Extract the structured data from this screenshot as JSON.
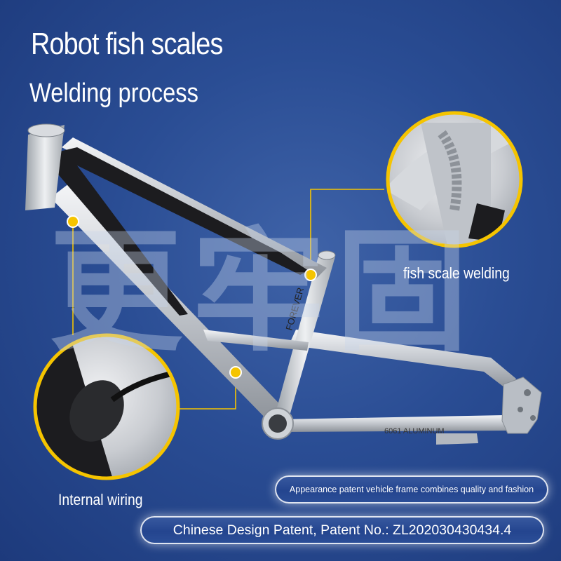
{
  "headline": "Robot fish scales",
  "subhead": "Welding process",
  "watermark": "更牢固",
  "frame_brand": "FOREVER",
  "frame_material": "6061 ALUMINUM",
  "callouts": {
    "fish_scale_label": "fish scale welding",
    "internal_wiring_label": "Internal wiring"
  },
  "banners": {
    "patent_tagline": "Appearance patent vehicle frame combines quality and fashion",
    "patent_number": "Chinese Design Patent, Patent No.: ZL202030430434.4"
  },
  "colors": {
    "background": "#2a4d94",
    "accent_yellow": "#f5c400",
    "frame_silver": "#c9cdd3",
    "frame_black": "#1c1c1f"
  }
}
